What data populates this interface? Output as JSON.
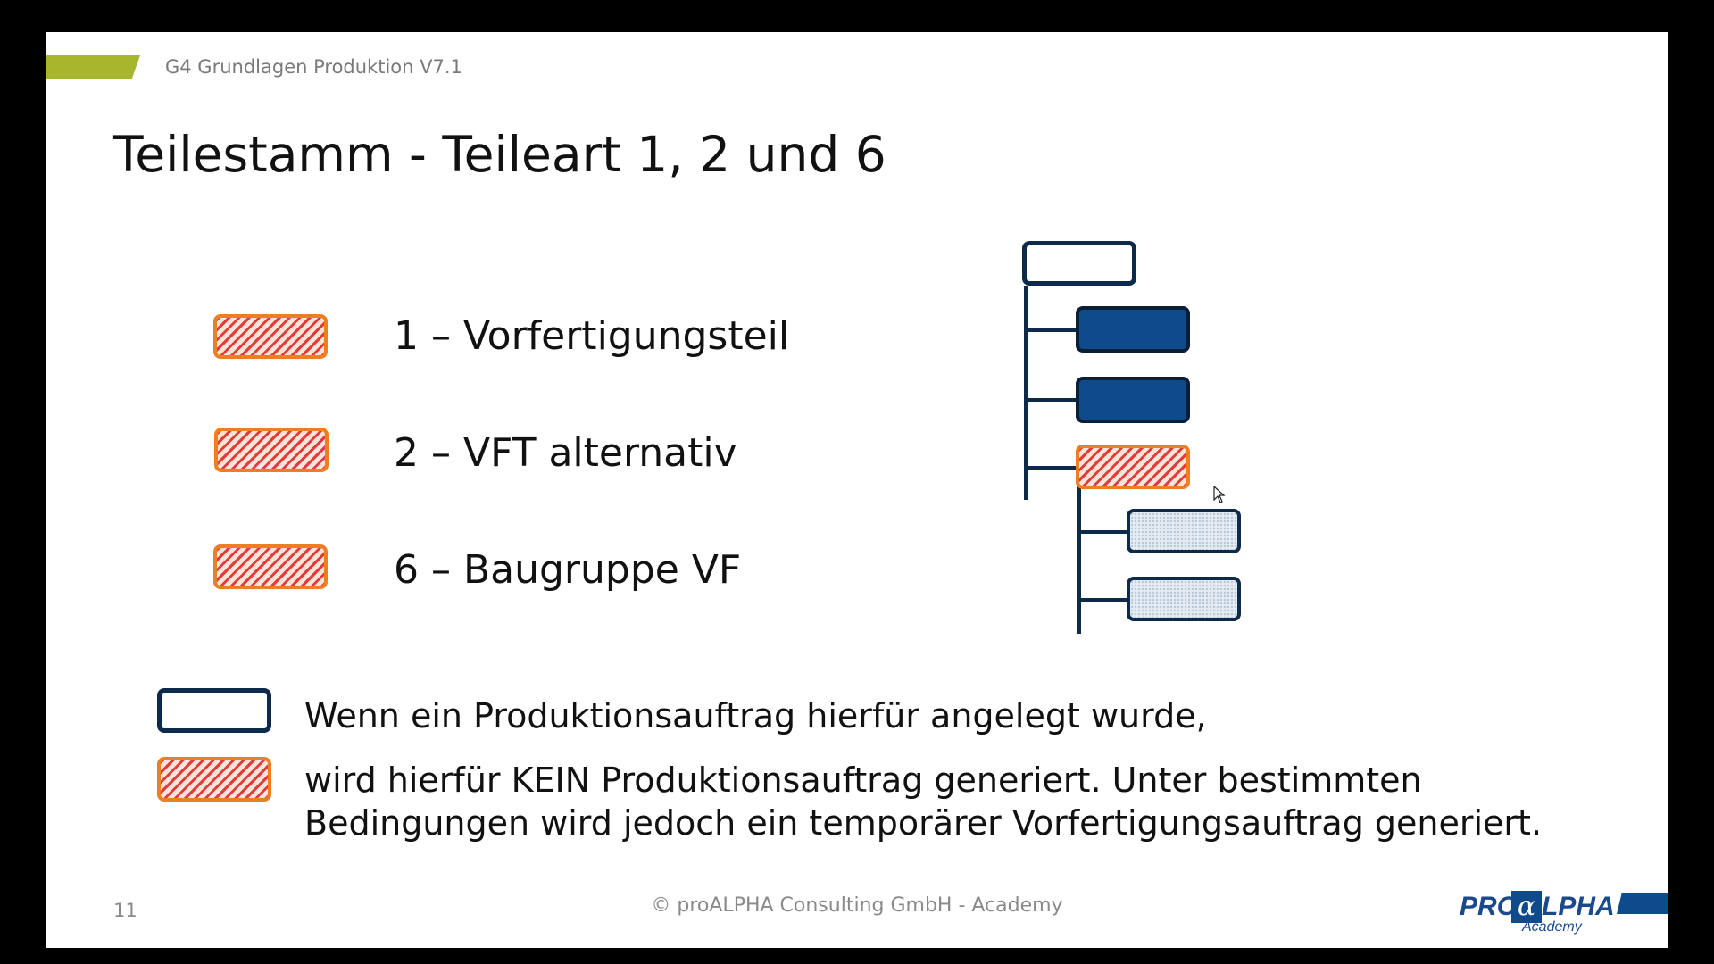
{
  "header": {
    "course_title": "G4 Grundlagen Produktion V7.1"
  },
  "slide": {
    "title": "Teilestamm - Teileart 1, 2 und 6",
    "legend": [
      {
        "label": "1 – Vorfertigungsteil"
      },
      {
        "label": "2 – VFT alternativ"
      },
      {
        "label": "6 – Baugruppe VF"
      }
    ],
    "notes": {
      "outline_line": "Wenn ein Produktionsauftrag hierfür angelegt wurde,",
      "hatched_line1": "wird hierfür KEIN Produktionsauftrag generiert. Unter bestimmten",
      "hatched_line2": "Bedingungen wird jedoch ein temporärer Vorfertigungsauftrag generiert."
    },
    "colors": {
      "accent_green": "#a8b62e",
      "hatch_orange": "#ef7d22",
      "hatch_red": "#e53a3a",
      "navy": "#0d2a4a",
      "blue": "#0f4b8a"
    }
  },
  "footer": {
    "page_number": "11",
    "copyright": "© proALPHA Consulting GmbH - Academy",
    "logo": {
      "pro": "PRO",
      "alpha": "α",
      "lpha": "LPHA",
      "sub": "Academy"
    }
  }
}
